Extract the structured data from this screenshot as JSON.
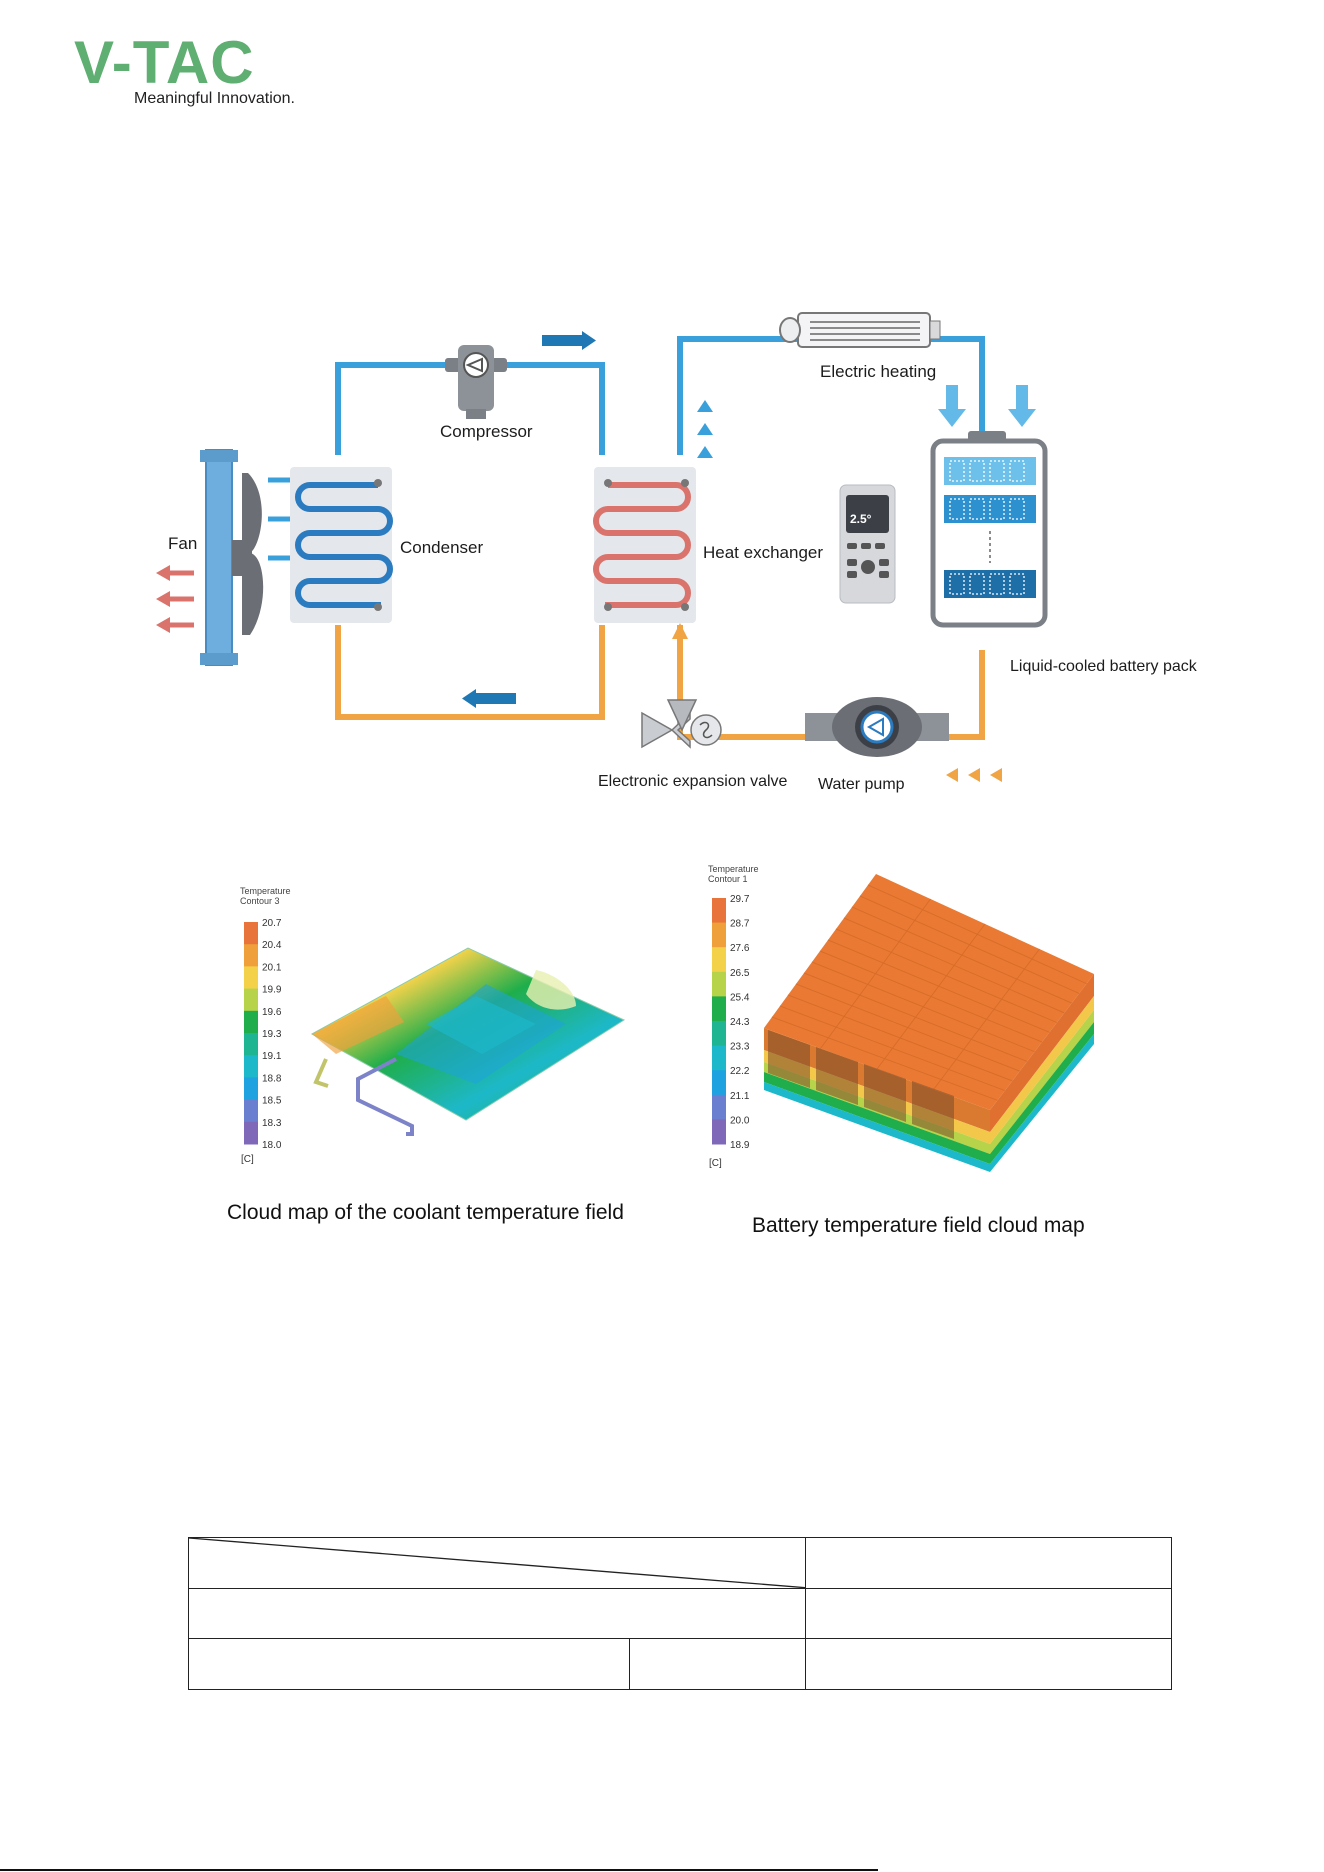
{
  "logo": {
    "brand": "V-TAC",
    "tagline": "Meaningful Innovation.",
    "color": "#5fae72"
  },
  "diagram": {
    "labels": {
      "fan": "Fan",
      "condenser": "Condenser",
      "compressor": "Compressor",
      "heat_exchanger": "Heat exchanger",
      "electric_heating": "Electric heating",
      "battery_pack": "Liquid-cooled battery pack",
      "expansion_valve": "Electronic expansion valve",
      "water_pump": "Water pump",
      "controller_display": "2.5°"
    },
    "colors": {
      "cold_pipe": "#3aa0dc",
      "warm_pipe": "#f0a444",
      "hot_coil": "#d9736c",
      "cold_coil": "#2a7bbf",
      "arrow_dark": "#1f77b4"
    }
  },
  "coolant_map": {
    "legend_title_1": "Temperature",
    "legend_title_2": "Contour 3",
    "ticks": [
      "20.7",
      "20.4",
      "20.1",
      "19.9",
      "19.6",
      "19.3",
      "19.1",
      "18.8",
      "18.5",
      "18.3",
      "18.0"
    ],
    "unit": "[C]",
    "caption": "Cloud map of the coolant temperature field"
  },
  "battery_map": {
    "legend_title_1": "Temperature",
    "legend_title_2": "Contour 1",
    "ticks": [
      "29.7",
      "28.7",
      "27.6",
      "26.5",
      "25.4",
      "24.3",
      "23.3",
      "22.2",
      "21.1",
      "20.0",
      "18.9"
    ],
    "unit": "[C]",
    "caption": "Battery temperature field cloud map"
  },
  "legend_colors": [
    "#e8743b",
    "#f0a03a",
    "#f3d24a",
    "#b6d34a",
    "#1fae4b",
    "#1fb592",
    "#1db8c9",
    "#1ea3e0",
    "#6a7fd0",
    "#7f68b8"
  ]
}
